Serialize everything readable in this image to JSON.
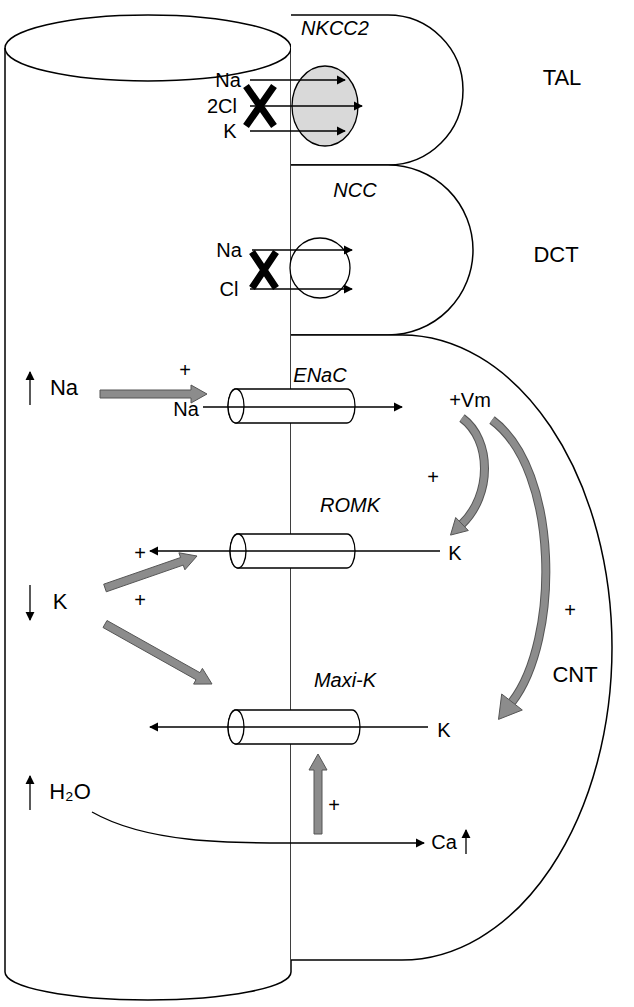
{
  "diagram": {
    "nodes": [
      {
        "text": [
          "NKCC2"
        ]
      },
      {
        "text": [
          "NCC"
        ]
      },
      {
        "text": [
          "ENaC"
        ]
      },
      {
        "text": [
          "ROMK"
        ]
      },
      {
        "text": [
          "Maxi-K"
        ]
      }
    ],
    "labels": [
      "TAL",
      "Na",
      "2Cl",
      "K",
      "DCT",
      "Na",
      "Cl",
      "+",
      "Na",
      "Na",
      "+Vm",
      "+",
      "K",
      "+",
      "K",
      "+",
      "+",
      "CNT",
      "K",
      "H₂O",
      "+",
      "Ca"
    ]
  }
}
